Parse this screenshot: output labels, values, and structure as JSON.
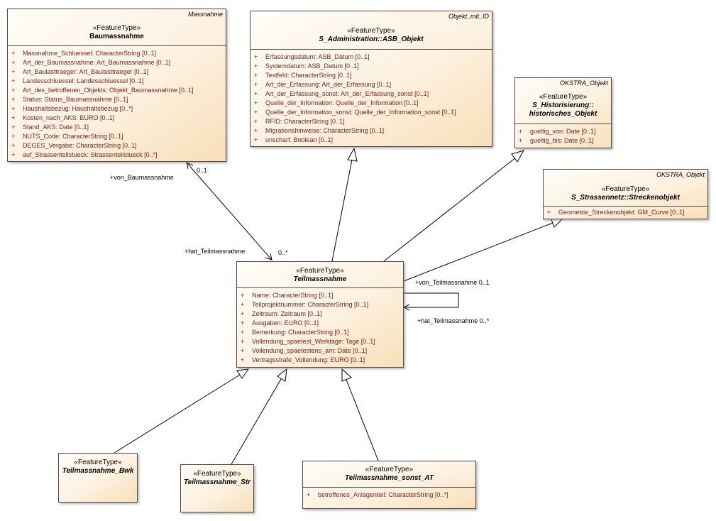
{
  "classes": {
    "baumassnahme": {
      "package": "Massnahme",
      "stereotype": "«FeatureType»",
      "name": "Baumassnahme",
      "attributes": [
        {
          "vis": "+",
          "text": "Massnahme_Schluessel: CharacterString [0..1]"
        },
        {
          "vis": "+",
          "text": "Art_der_Baumassnahme: Art_Baumassnahme [0..1]"
        },
        {
          "vis": "+",
          "text": "Art_Baulasttraeger: Art_Baulasttraeger [0..1]"
        },
        {
          "vis": "+",
          "text": "Landesschluessel: Landesschluessel [0..1]"
        },
        {
          "vis": "+",
          "text": "Art_des_betroffenen_Objekts: Objekt_Baumassnahme [0..1]"
        },
        {
          "vis": "+",
          "text": "Status: Status_Baumassnahme [0..1]"
        },
        {
          "vis": "+",
          "text": "Haushaltsbezug: Haushaltsbezug [0..*]"
        },
        {
          "vis": "+",
          "text": "Kosten_nach_AKS: EURO [0..1]"
        },
        {
          "vis": "+",
          "text": "Stand_AKS: Date [0..1]"
        },
        {
          "vis": "+",
          "text": "NUTS_Code: CharacterString [0..1]"
        },
        {
          "vis": "+",
          "text": "DEGES_Vergabe: CharacterString [0..1]"
        },
        {
          "vis": "+",
          "text": "auf_Strassenteilstueck: Strassenteilstueck [0..*]"
        }
      ]
    },
    "asb_objekt": {
      "package": "Objekt_mit_ID",
      "stereotype": "«FeatureType»",
      "name": "S_Administration::ASB_Objekt",
      "attributes": [
        {
          "vis": "+",
          "text": "Erfassungsdatum: ASB_Datum [0..1]"
        },
        {
          "vis": "+",
          "text": "Systemdatum: ASB_Datum [0..1]"
        },
        {
          "vis": "+",
          "text": "Textfeld: CharacterString [0..1]"
        },
        {
          "vis": "+",
          "text": "Art_der_Erfassung: Art_der_Erfassung [0..1]"
        },
        {
          "vis": "+",
          "text": "Art_der_Erfassung_sonst: Art_der_Erfassung_sonst [0..1]"
        },
        {
          "vis": "+",
          "text": "Quelle_der_Information: Quelle_der_Information [0..1]"
        },
        {
          "vis": "+",
          "text": "Quelle_der_Information_sonst: Quelle_der_Information_sonst [0..1]"
        },
        {
          "vis": "+",
          "text": "RFID: CharacterString [0..1]"
        },
        {
          "vis": "+",
          "text": "Migrationshinweise: CharacterString [0..1]"
        },
        {
          "vis": "+",
          "text": "unscharf: Boolean [0..1]"
        }
      ]
    },
    "historisches_objekt": {
      "package": "OKSTRA_Objekt",
      "stereotype": "«FeatureType»",
      "name_line1": "S_Historisierung::",
      "name_line2": "historisches_Objekt",
      "attributes": [
        {
          "vis": "+",
          "text": "gueltig_von: Date [0..1]"
        },
        {
          "vis": "+",
          "text": "gueltig_bis: Date [0..1]"
        }
      ]
    },
    "streckenobjekt": {
      "package": "OKSTRA_Objekt",
      "stereotype": "«FeatureType»",
      "name": "S_Strassennetz::Streckenobjekt",
      "attributes": [
        {
          "vis": "+",
          "text": "Geometrie_Streckenobjekt: GM_Curve [0..1]"
        }
      ]
    },
    "teilmassnahme": {
      "stereotype": "«FeatureType»",
      "name": "Teilmassnahme",
      "attributes": [
        {
          "vis": "+",
          "text": "Name: CharacterString [0..1]"
        },
        {
          "vis": "+",
          "text": "Teilprojektnummer: CharacterString [0..1]"
        },
        {
          "vis": "+",
          "text": "Zeitraum: Zeitraum [0..1]"
        },
        {
          "vis": "+",
          "text": "Ausgaben: EURO [0..1]"
        },
        {
          "vis": "+",
          "text": "Bemerkung: CharacterString [0..1]"
        },
        {
          "vis": "+",
          "text": "Vollendung_spaetest_Werktage: Tage [0..1]"
        },
        {
          "vis": "+",
          "text": "Vollendung_spaetestens_am: Date [0..1]"
        },
        {
          "vis": "+",
          "text": "Vertragsstrafe_Vollendung: EURO [0..1]"
        }
      ]
    },
    "bwk": {
      "stereotype": "«FeatureType»",
      "name": "Teilmassnahme_Bwk"
    },
    "str": {
      "stereotype": "«FeatureType»",
      "name": "Teilmassnahme_Str"
    },
    "sonst_at": {
      "stereotype": "«FeatureType»",
      "name": "Teilmassnahme_sonst_AT",
      "attributes": [
        {
          "vis": "+",
          "text": "betroffenes_Anlagenteil: CharacterString [0..*]"
        }
      ]
    }
  },
  "associations": {
    "von_baumassnahme_role": "+von_Baumassnahme",
    "von_baumassnahme_mult": "0..1",
    "hat_teilmassnahme_role": "+hat_Teilmassnahme",
    "hat_teilmassnahme_mult": "0..*",
    "self_von_label": "+von_Teilmassnahme 0..1",
    "self_hat_label": "+hat_Teilmassnahme 0..*"
  }
}
